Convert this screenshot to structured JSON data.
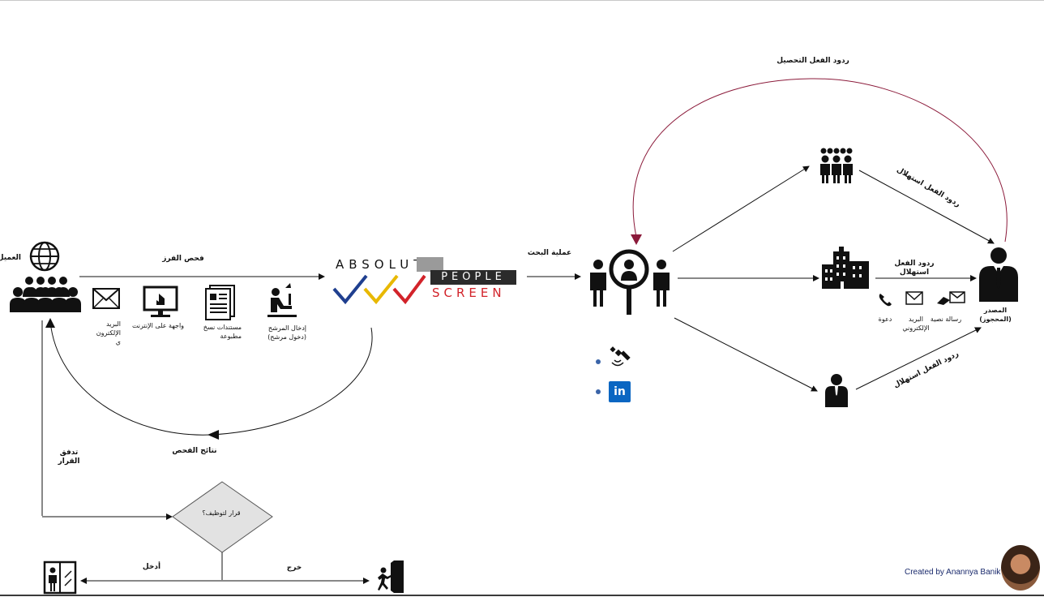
{
  "labels": {
    "client": "العميل",
    "screening": "فحص الفرز",
    "email_left": "البريد الإلكترون ي",
    "web_interface": "واجهة على الإنترنت",
    "printed_docs": "مستندات نسخ مطبوعة",
    "candidate_entry": "إدخال المرشح (دخول مرشح)",
    "screening_results": "نتائج الفحص",
    "decision_flow": "تدفق القرار",
    "hire_decision": "قرار لتوظيف؟",
    "in": "أدخل",
    "out": "خرج",
    "search_process": "عملية البحث",
    "feedback_collect": "ردود الفعل التحصيل",
    "feedback_use_top": "ردود الفعل استهلال",
    "feedback_use_mid": "ردود الفعل استهلال",
    "feedback_use_bottom": "ردود الفعل استهلال",
    "call": "دعوة",
    "email_right": "البريد الإلكتروني",
    "text_message": "رسالة نصية",
    "source": "المصدر (المحجوز)",
    "credit": "Created by Anannya Banik"
  },
  "logo": {
    "absolute": "ABSOLUTE",
    "people": "PEOPLE",
    "screen": "SCREEN"
  },
  "icons": {
    "globe": "globe-icon",
    "crowd": "crowd-icon",
    "mail": "envelope-icon",
    "monitor": "monitor-icon",
    "document": "document-icon",
    "worker": "desk-worker-icon",
    "search_people": "people-search-icon",
    "group": "group-icon",
    "building": "building-icon",
    "person": "person-icon",
    "businessman": "businessman-icon",
    "phone": "phone-icon",
    "satellite": "satellite-icon",
    "linkedin": "linkedin-icon",
    "elevator": "elevator-icon",
    "exit": "exit-icon"
  },
  "colors": {
    "feedback_arc": "#8b1a3a",
    "check_blue": "#1f3f8f",
    "check_yellow": "#e8b800",
    "check_red": "#d2232a",
    "screen_red": "#d2232a",
    "decision_fill": "#e2e2e2"
  }
}
